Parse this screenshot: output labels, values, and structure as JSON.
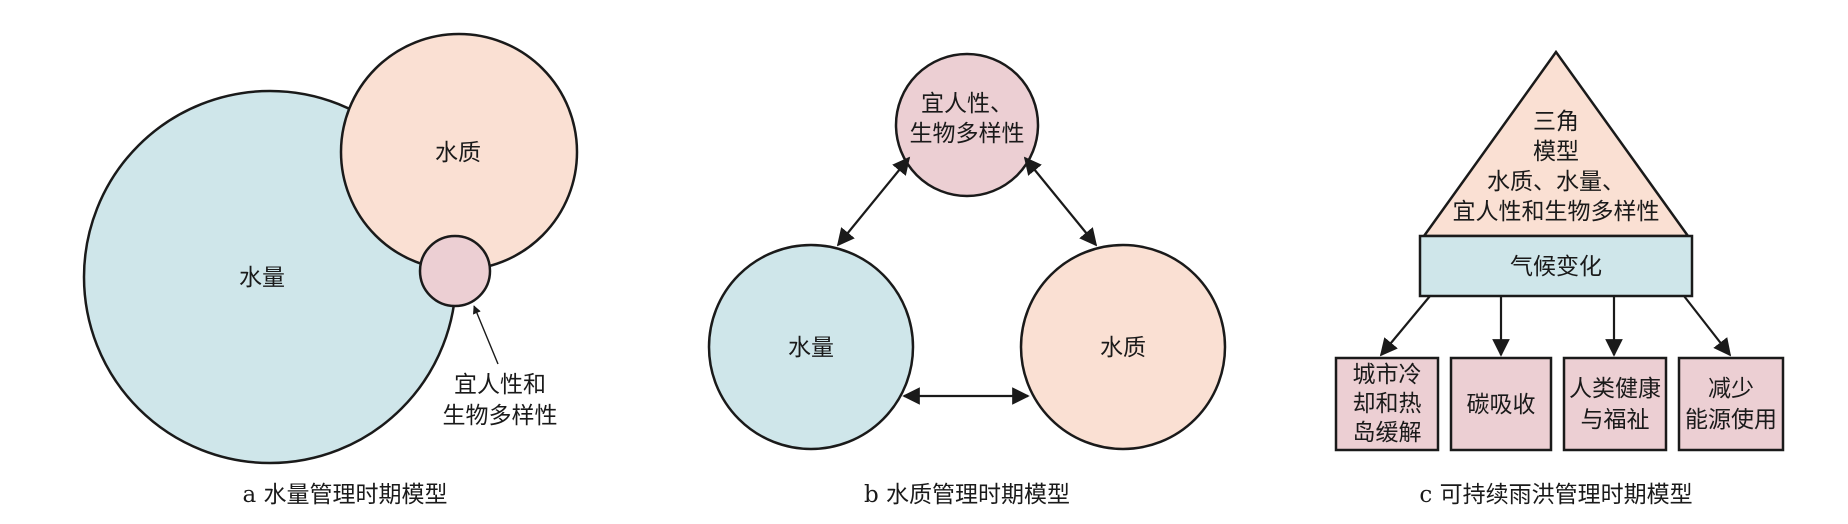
{
  "colors": {
    "blue": "#cfe6ea",
    "peach": "#fae0d3",
    "pink": "#eccfd3",
    "stroke": "#1a1a1a"
  },
  "panel_a": {
    "water_quantity": "水量",
    "water_quality": "水质",
    "amenity_line1": "宜人性和",
    "amenity_line2": "生物多样性",
    "caption": "a  水量管理时期模型"
  },
  "panel_b": {
    "top_line1": "宜人性、",
    "top_line2": "生物多样性",
    "left": "水量",
    "right": "水质",
    "caption": "b  水质管理时期模型"
  },
  "panel_c": {
    "triangle_line1": "三角",
    "triangle_line2": "模型",
    "triangle_line3": "水质、水量、",
    "triangle_line4": "宜人性和生物多样性",
    "bar_label": "气候变化",
    "box1_line1": "城市冷",
    "box1_line2": "却和热",
    "box1_line3": "岛缓解",
    "box2": "碳吸收",
    "box3_line1": "人类健康",
    "box3_line2": "与福祉",
    "box4_line1": "减少",
    "box4_line2": "能源使用",
    "caption": "c  可持续雨洪管理时期模型"
  }
}
